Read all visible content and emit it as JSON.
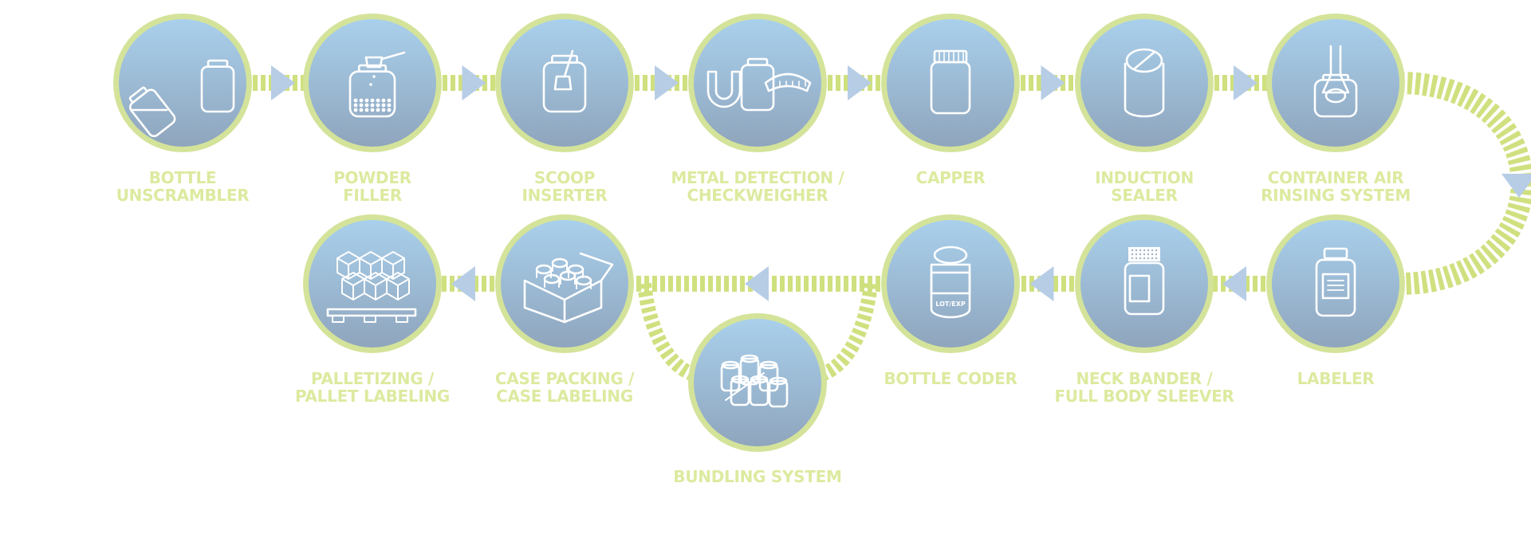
{
  "colors": {
    "accent": "#cfe07f",
    "ring": "#d4e39a",
    "label": "#dcea9f",
    "arrow": "#b7cde6",
    "circle_top": "#a6cdea",
    "circle_bottom": "#91a7bf",
    "icon": "#ffffff"
  },
  "steps": [
    {
      "id": "bottle-unscrambler",
      "icon": "bottle-unscrambler-icon",
      "lines": [
        "BOTTLE",
        "UNSCRAMBLER"
      ]
    },
    {
      "id": "powder-filler",
      "icon": "powder-filler-icon",
      "lines": [
        "POWDER",
        "FILLER"
      ]
    },
    {
      "id": "scoop-inserter",
      "icon": "scoop-inserter-icon",
      "lines": [
        "SCOOP",
        "INSERTER"
      ]
    },
    {
      "id": "metal-detection",
      "icon": "magnet-scale-icon",
      "lines": [
        "METAL DETECTION /",
        "CHECKWEIGHER"
      ]
    },
    {
      "id": "capper",
      "icon": "capped-bottle-icon",
      "lines": [
        "CAPPER"
      ]
    },
    {
      "id": "induction-sealer",
      "icon": "seal-bottle-icon",
      "lines": [
        "INDUCTION",
        "SEALER"
      ]
    },
    {
      "id": "air-rinsing",
      "icon": "air-nozzle-bottle-icon",
      "lines": [
        "CONTAINER AIR",
        "RINSING SYSTEM"
      ]
    },
    {
      "id": "labeler",
      "icon": "labeled-bottle-icon",
      "lines": [
        "LABELER"
      ]
    },
    {
      "id": "neck-bander",
      "icon": "sleeved-bottle-icon",
      "lines": [
        "NECK BANDER /",
        "FULL BODY SLEEVER"
      ]
    },
    {
      "id": "bottle-coder",
      "icon": "coded-bottle-icon",
      "code_text": "LOT/EXP",
      "lines": [
        "BOTTLE CODER"
      ]
    },
    {
      "id": "bundling-system",
      "icon": "bundle-icon",
      "lines": [
        "BUNDLING SYSTEM"
      ]
    },
    {
      "id": "case-packing",
      "icon": "case-box-icon",
      "lines": [
        "CASE PACKING /",
        "CASE LABELING"
      ]
    },
    {
      "id": "palletizing",
      "icon": "pallet-icon",
      "lines": [
        "PALLETIZING /",
        "PALLET LABELING"
      ]
    }
  ]
}
